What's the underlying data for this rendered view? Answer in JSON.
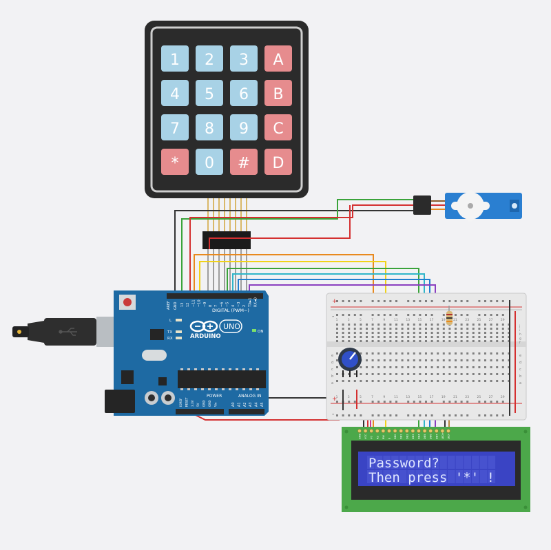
{
  "keypad": {
    "rows": [
      [
        {
          "label": "1",
          "kind": "num"
        },
        {
          "label": "2",
          "kind": "num"
        },
        {
          "label": "3",
          "kind": "num"
        },
        {
          "label": "A",
          "kind": "letter"
        }
      ],
      [
        {
          "label": "4",
          "kind": "num"
        },
        {
          "label": "5",
          "kind": "num"
        },
        {
          "label": "6",
          "kind": "num"
        },
        {
          "label": "B",
          "kind": "letter"
        }
      ],
      [
        {
          "label": "7",
          "kind": "num"
        },
        {
          "label": "8",
          "kind": "num"
        },
        {
          "label": "9",
          "kind": "num"
        },
        {
          "label": "C",
          "kind": "letter"
        }
      ],
      [
        {
          "label": "*",
          "kind": "letter"
        },
        {
          "label": "0",
          "kind": "num"
        },
        {
          "label": "#",
          "kind": "letter"
        },
        {
          "label": "D",
          "kind": "letter"
        }
      ]
    ]
  },
  "arduino": {
    "brand": "ARDUINO",
    "model": "UNO",
    "digital_label": "DIGITAL (PWM~)",
    "analog_label": "ANALOG IN",
    "power_label": "POWER",
    "on_label": "ON",
    "led_l": "L",
    "led_tx": "TX",
    "led_rx": "RX",
    "aref_label": "AREF",
    "gnd_label": "GND",
    "digital_pins": [
      "13",
      "12",
      "~11",
      "~10",
      "~9",
      "8",
      "7",
      "~6",
      "~5",
      "4",
      "~3",
      "2",
      "TX►1",
      "RX◄0"
    ],
    "analog_pins": [
      "A0",
      "A1",
      "A2",
      "A3",
      "A4",
      "A5"
    ],
    "power_pins": [
      "IOREF",
      "RESET",
      "3.3V",
      "5V",
      "GND",
      "GND",
      "Vin"
    ]
  },
  "breadboard": {
    "columns": [
      "1",
      "3",
      "5",
      "7",
      "9",
      "11",
      "13",
      "15",
      "17",
      "19",
      "21",
      "23",
      "25",
      "27",
      "29"
    ],
    "rows_top": [
      "j",
      "i",
      "h",
      "g",
      "f"
    ],
    "rows_bottom": [
      "e",
      "d",
      "c",
      "b",
      "a"
    ],
    "plus": "+",
    "minus": "-"
  },
  "lcd": {
    "line1": "Password?",
    "line2": "Then press '*' !",
    "pins": [
      "GND",
      "VCC",
      "V0",
      "RS",
      "RW",
      "E",
      "DB0",
      "DB1",
      "DB2",
      "DB3",
      "DB4",
      "DB5",
      "DB6",
      "DB7",
      "LED+",
      "LED-"
    ]
  },
  "colors": {
    "background": "#f2f2f4",
    "keypad_body": "#2b2b2b",
    "key_num": "#a8d2e6",
    "key_letter": "#e68c8e",
    "board": "#1e6aa3",
    "lcd_pcb": "#4ca84a",
    "lcd_screen": "#3a44c4",
    "lcd_text": "#dfe6ff",
    "servo": "#2a7fd1"
  },
  "icons": {
    "usb": "usb-trident-icon",
    "reset": "reset-button-icon",
    "potentiometer": "potentiometer-knob-icon",
    "servo_horn": "servo-horn-icon"
  }
}
